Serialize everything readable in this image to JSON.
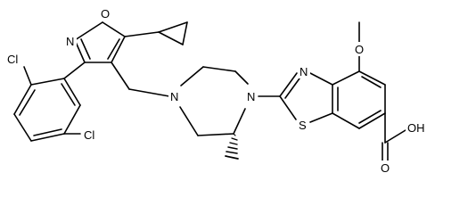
{
  "atoms": {
    "isoxazole_n": "N",
    "isoxazole_o": "O",
    "cl_top": "Cl",
    "cl_bottom": "Cl",
    "pip_n_left": "N",
    "pip_n_right": "N",
    "thiazole_n": "N",
    "thiazole_s": "S",
    "methoxy_o": "O",
    "carbonyl_o": "O",
    "carboxyl_oh": "OH"
  },
  "colors": {
    "bond": "#000000",
    "text": "#000000",
    "background": "#ffffff"
  }
}
